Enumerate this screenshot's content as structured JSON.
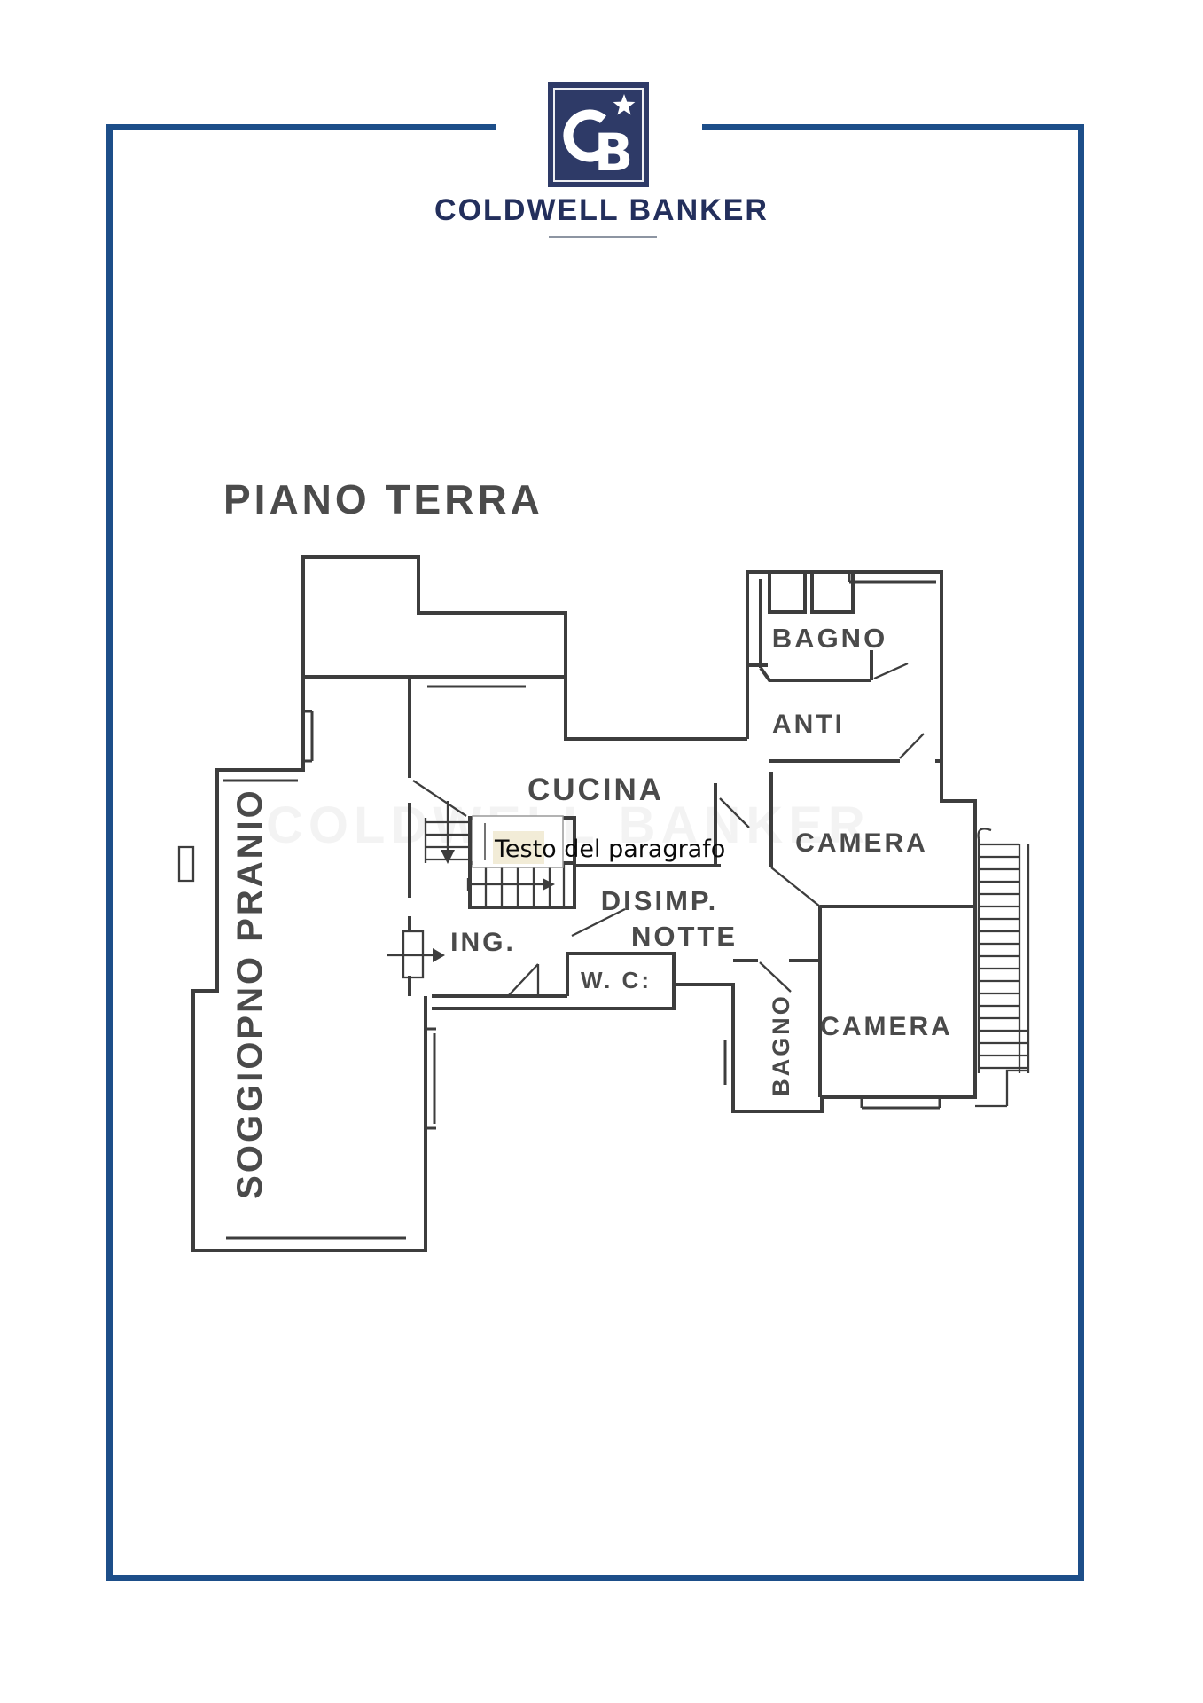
{
  "header": {
    "logo_monogram_c": "C",
    "logo_monogram_b": "B",
    "brand": "COLDWELL BANKER"
  },
  "title": "PIANO TERRA",
  "overlay": {
    "text": "Testo del paragrafo"
  },
  "floorplan": {
    "rooms": {
      "bagno_top": "BAGNO",
      "anti": "ANTI",
      "cucina": "CUCINA",
      "camera_upper": "CAMERA",
      "disimp": "DISIMP.",
      "notte": "NOTTE",
      "ing": "ING.",
      "wc": "W. C:",
      "bagno_lower": "BAGNO",
      "camera_lower": "CAMERA",
      "soggiorno": "SOGGIOPNO PRANIO"
    },
    "watermark": "COLDWELL BANKER"
  },
  "colors": {
    "frame": "#1d4e89",
    "logo_navy": "#2e3a67",
    "brand_text": "#232f5c",
    "wall": "#3d3d3d",
    "label": "#4a4a4a",
    "highlight_cream": "#f2ecd7"
  }
}
